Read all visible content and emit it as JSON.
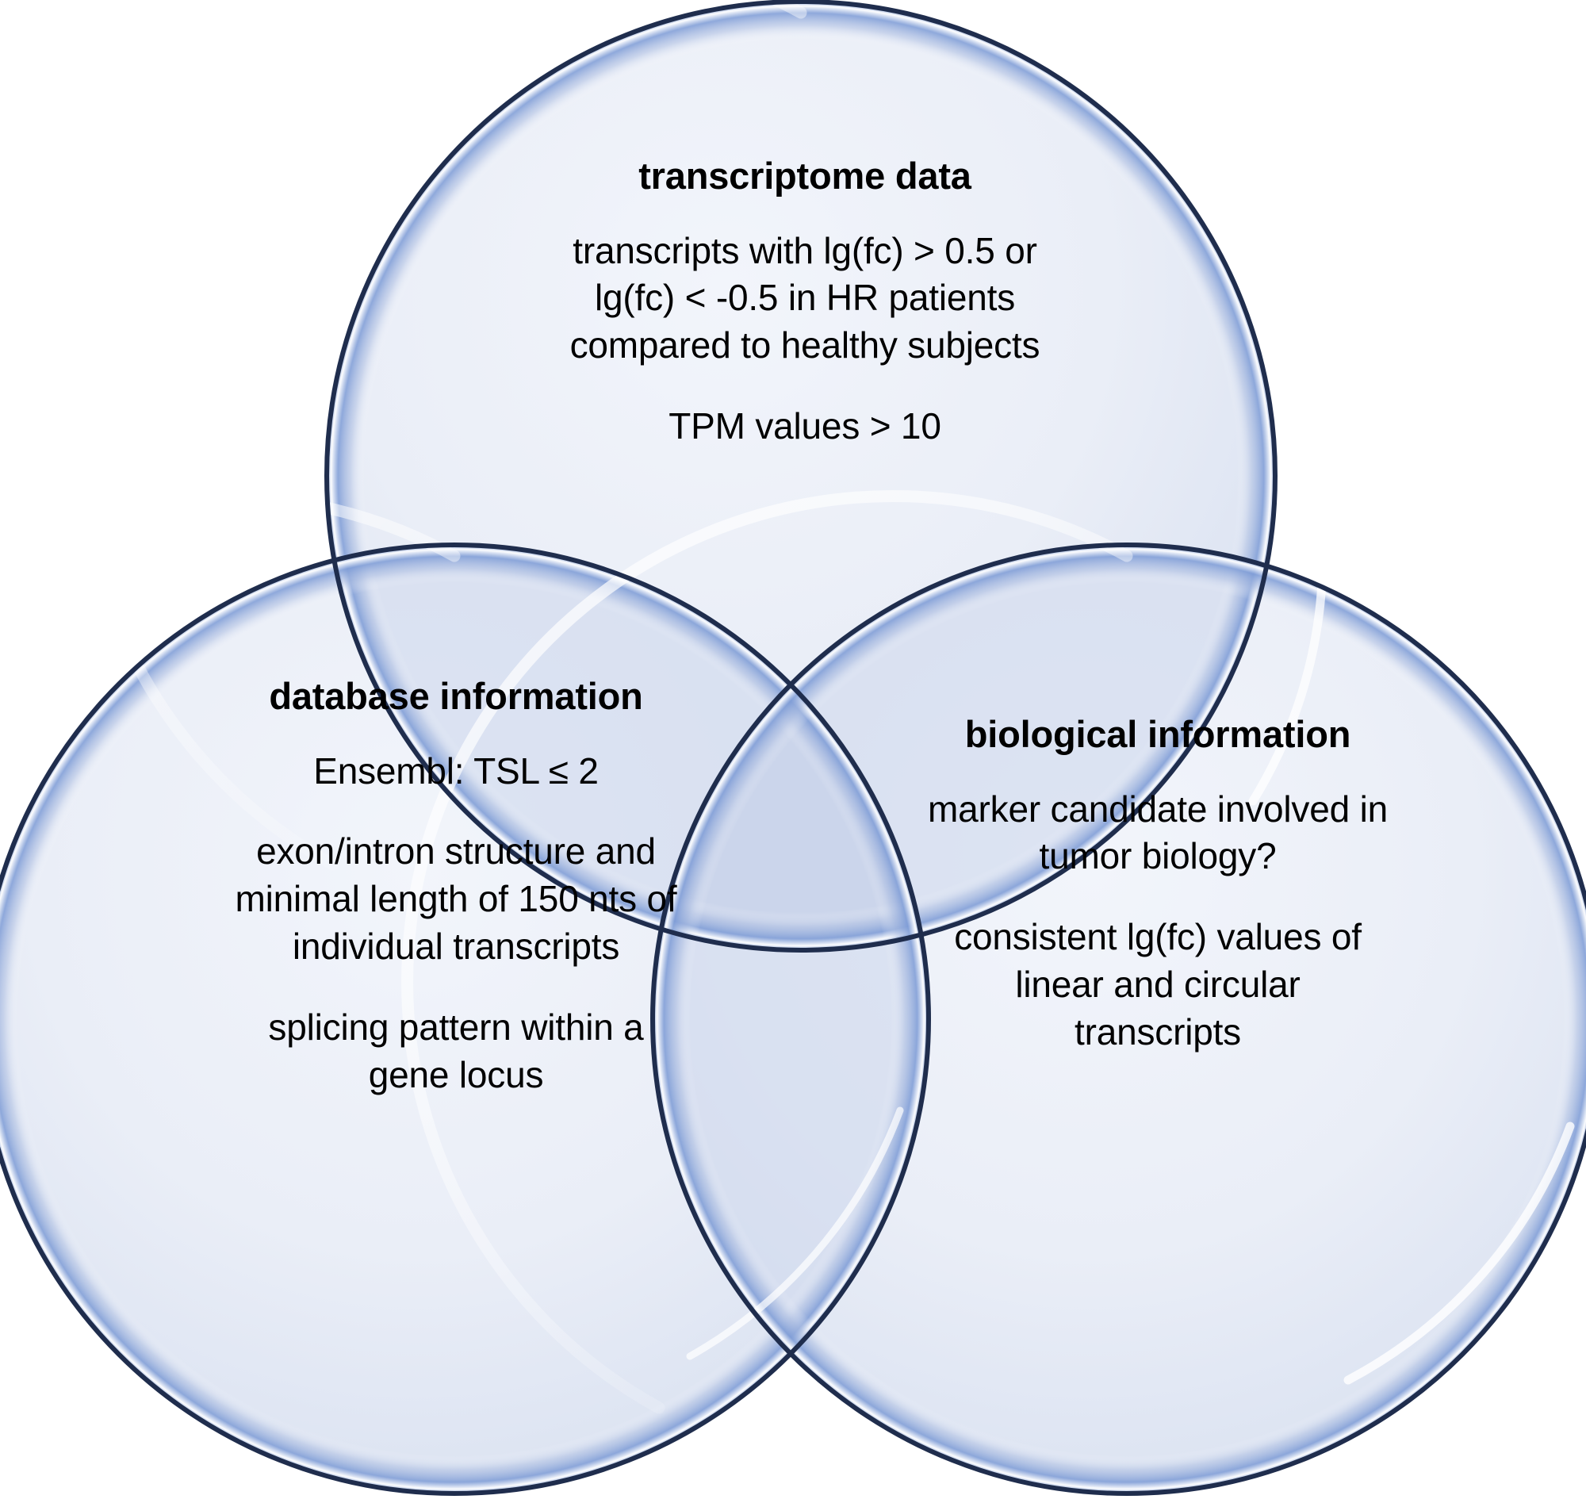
{
  "diagram": {
    "type": "venn",
    "set_count": 3,
    "colors": {
      "circle_fill_light": "#eaeef7",
      "circle_fill_mid": "#dbe2f0",
      "circle_edge_dark": "#1f2d4d",
      "circle_edge_blue": "#5b7fc4",
      "highlight": "#ffffff",
      "overlap_shade": "#d3dcee",
      "text": "#000000",
      "background": "#ffffff"
    },
    "sets": [
      {
        "id": "transcriptome",
        "position": "top",
        "title": "transcriptome data",
        "paragraphs": [
          [
            "transcripts with lg(fc) > 0.5 or",
            "lg(fc) < -0.5 in HR patients",
            "compared to healthy subjects"
          ],
          [
            "TPM values > 10"
          ]
        ]
      },
      {
        "id": "database",
        "position": "bottom-left",
        "title": "database information",
        "paragraphs": [
          [
            "Ensembl: TSL ≤ 2"
          ],
          [
            "exon/intron structure and",
            "minimal length of 150 nts of",
            "individual transcripts"
          ],
          [
            "splicing pattern within a",
            "gene locus"
          ]
        ]
      },
      {
        "id": "biological",
        "position": "bottom-right",
        "title": "biological information",
        "paragraphs": [
          [
            "marker candidate involved in",
            "tumor biology?"
          ],
          [
            "consistent lg(fc) values of",
            "linear and circular",
            "transcripts"
          ]
        ]
      }
    ]
  }
}
